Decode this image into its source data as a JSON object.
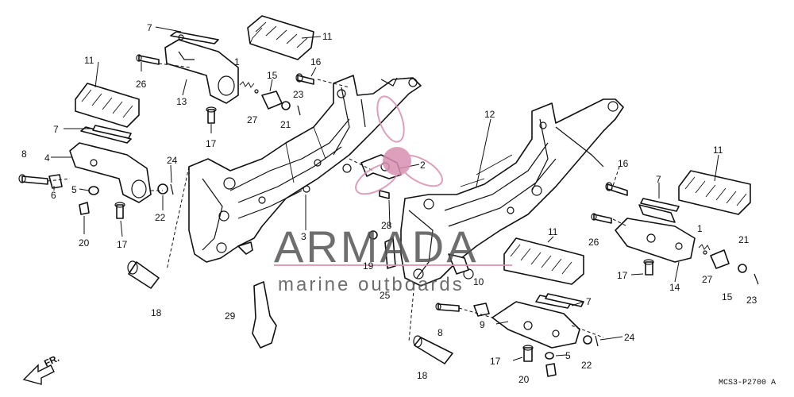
{
  "diagram": {
    "code": "MCS3-P2700 A",
    "front_label": "FR.",
    "callouts": [
      {
        "id": "c1",
        "text": "7"
      },
      {
        "id": "c2",
        "text": "11"
      },
      {
        "id": "c3",
        "text": "11"
      },
      {
        "id": "c4",
        "text": "1"
      },
      {
        "id": "c5",
        "text": "26"
      },
      {
        "id": "c6",
        "text": "16"
      },
      {
        "id": "c7",
        "text": "15"
      },
      {
        "id": "c8",
        "text": "13"
      },
      {
        "id": "c9",
        "text": "23"
      },
      {
        "id": "c10",
        "text": "27"
      },
      {
        "id": "c11",
        "text": "21"
      },
      {
        "id": "c12",
        "text": "7"
      },
      {
        "id": "c13",
        "text": "17"
      },
      {
        "id": "c14",
        "text": "4"
      },
      {
        "id": "c15",
        "text": "8"
      },
      {
        "id": "c16",
        "text": "5"
      },
      {
        "id": "c17",
        "text": "6"
      },
      {
        "id": "c18",
        "text": "20"
      },
      {
        "id": "c19",
        "text": "17"
      },
      {
        "id": "c20",
        "text": "24"
      },
      {
        "id": "c21",
        "text": "22"
      },
      {
        "id": "c22",
        "text": "18"
      },
      {
        "id": "c23",
        "text": "29"
      },
      {
        "id": "c24",
        "text": "3"
      },
      {
        "id": "c25",
        "text": "2"
      },
      {
        "id": "c26",
        "text": "12"
      },
      {
        "id": "c27",
        "text": "28"
      },
      {
        "id": "c28",
        "text": "19"
      },
      {
        "id": "c29",
        "text": "25"
      },
      {
        "id": "c30",
        "text": "11"
      },
      {
        "id": "c31",
        "text": "16"
      },
      {
        "id": "c32",
        "text": "7"
      },
      {
        "id": "c33",
        "text": "11"
      },
      {
        "id": "c34",
        "text": "26"
      },
      {
        "id": "c35",
        "text": "1"
      },
      {
        "id": "c36",
        "text": "21"
      },
      {
        "id": "c37",
        "text": "27"
      },
      {
        "id": "c38",
        "text": "17"
      },
      {
        "id": "c39",
        "text": "14"
      },
      {
        "id": "c40",
        "text": "15"
      },
      {
        "id": "c41",
        "text": "23"
      },
      {
        "id": "c42",
        "text": "10"
      },
      {
        "id": "c43",
        "text": "7"
      },
      {
        "id": "c44",
        "text": "8"
      },
      {
        "id": "c45",
        "text": "9"
      },
      {
        "id": "c46",
        "text": "24"
      },
      {
        "id": "c47",
        "text": "17"
      },
      {
        "id": "c48",
        "text": "5"
      },
      {
        "id": "c49",
        "text": "22"
      },
      {
        "id": "c50",
        "text": "18"
      },
      {
        "id": "c51",
        "text": "20"
      }
    ]
  },
  "watermark": {
    "brand": "ARMADA",
    "tagline": "marine outboards",
    "accent_color": "#d88fb0",
    "text_color": "#555555"
  }
}
